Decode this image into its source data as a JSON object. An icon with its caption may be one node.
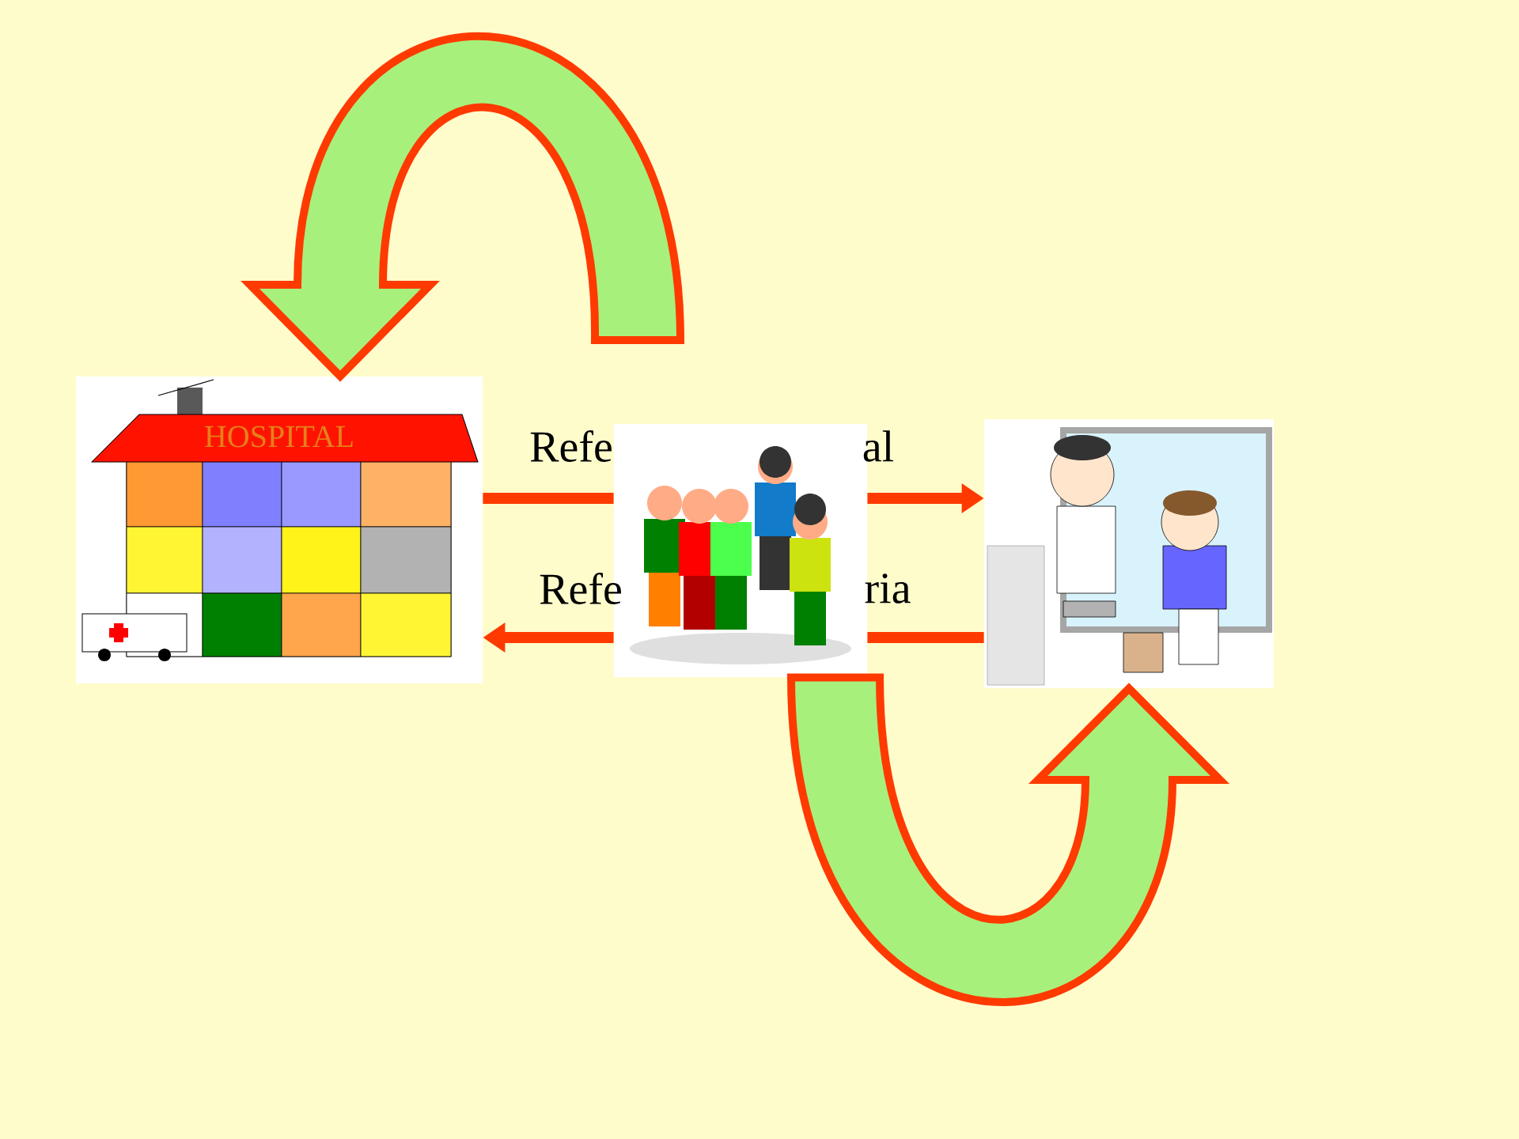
{
  "diagram": {
    "nodes": [
      {
        "text": [
          "HOSPITAL"
        ]
      },
      {
        "text": [],
        "shape": "picture"
      },
      {
        "text": [],
        "shape": "picture"
      }
    ],
    "edges": [
      {
        "from": 0,
        "to": 1,
        "arrow": "none"
      },
      {
        "from": 1,
        "to": 2,
        "arrow": "to"
      },
      {
        "from": 2,
        "to": 1,
        "arrow": "none"
      },
      {
        "from": 1,
        "to": 0,
        "arrow": "to"
      },
      {
        "from": null,
        "to": 0,
        "arrow": "to",
        "style": "thick",
        "color": "#a8f07c"
      },
      {
        "from": 1,
        "to": 2,
        "arrow": "to",
        "style": "thick",
        "color": "#a8f07c"
      }
    ],
    "labels": [
      "Refe",
      "al",
      "Refe",
      "ria"
    ]
  }
}
